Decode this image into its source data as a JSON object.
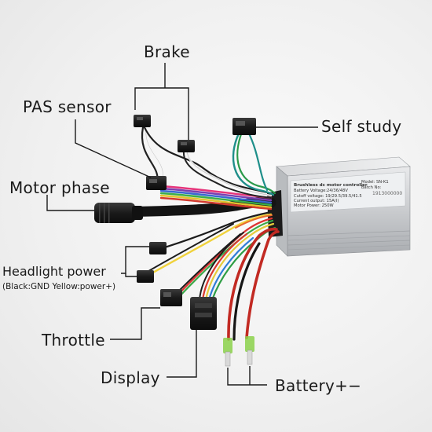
{
  "labels": {
    "brake": "Brake",
    "pas_sensor": "PAS sensor",
    "self_study": "Self study",
    "motor_phase": "Motor phase",
    "headlight_power": "Headlight power",
    "headlight_note": "(Black:GND Yellow:power+)",
    "throttle": "Throttle",
    "display": "Display",
    "battery": "Battery+−"
  },
  "controller": {
    "title": "Brushless dc motor controller",
    "model": "Model: SN-K1",
    "voltage": "Battery Voltage:24/36/48V",
    "batch": "Batch No:",
    "cutoff": "Cutoff voltage: 19/29.5/39.5/41.5",
    "output": "Current output: 15A(I)",
    "power": "Motor Power: 250W",
    "serial": "1913000000"
  }
}
